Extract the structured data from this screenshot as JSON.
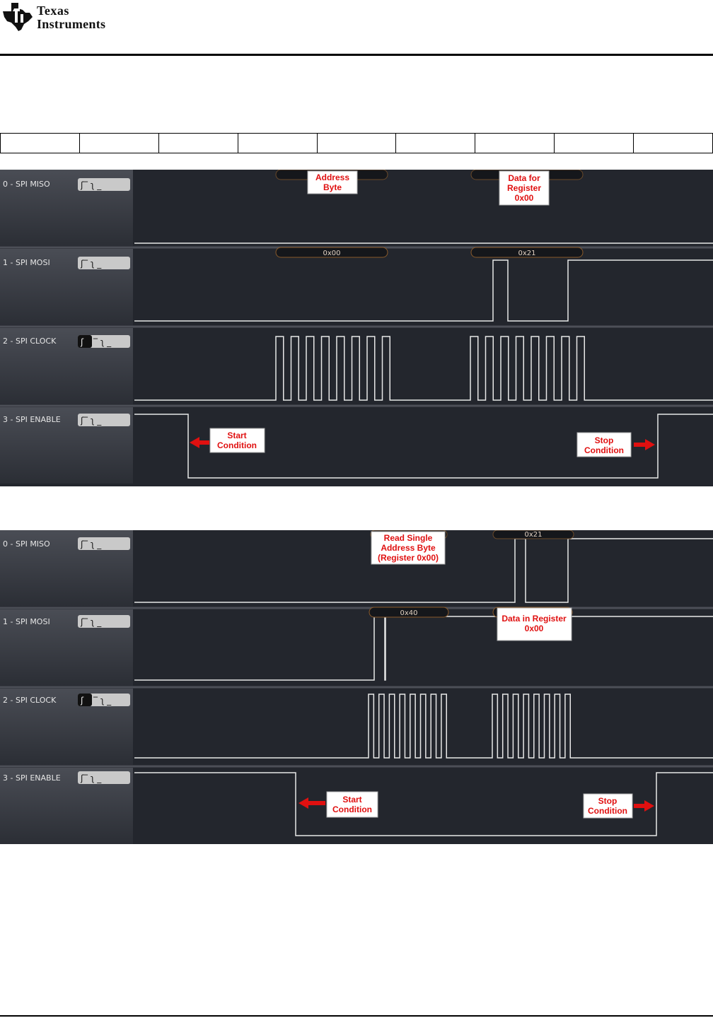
{
  "header": {
    "company_line1": "Texas",
    "company_line2": "Instruments"
  },
  "capture_write": {
    "lanes": [
      "0 - SPI MISO",
      "1 - SPI MOSI",
      "2 - SPI CLOCK",
      "3 - SPI ENABLE"
    ],
    "decoded": {
      "byte1": "0x00",
      "byte2": "0x21"
    },
    "callouts": {
      "address_l1": "Address",
      "address_l2": "Byte",
      "data_l1": "Data for",
      "data_l2": "Register",
      "data_l3": "0x00",
      "start_l1": "Start",
      "start_l2": "Condition",
      "stop_l1": "Stop",
      "stop_l2": "Condition"
    }
  },
  "capture_read": {
    "lanes": [
      "0 - SPI MISO",
      "1 - SPI MOSI",
      "2 - SPI CLOCK",
      "3 - SPI ENABLE"
    ],
    "decoded": {
      "miso_byte": "0x21",
      "mosi_byte": "0x40"
    },
    "callouts": {
      "read_l1": "Read Single",
      "read_l2": "Address Byte",
      "read_l3": "(Register 0x00)",
      "data_l1": "Data in Register",
      "data_l2": "0x00",
      "start_l1": "Start",
      "start_l2": "Condition",
      "stop_l1": "Stop",
      "stop_l2": "Condition"
    }
  }
}
